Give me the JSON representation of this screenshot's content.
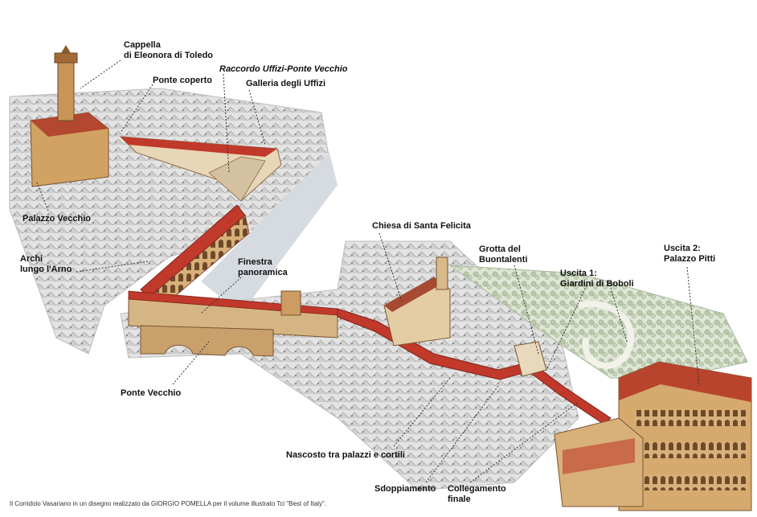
{
  "labels": {
    "cappella": [
      "Cappella",
      "di Eleonora di Toledo"
    ],
    "raccordo": "Raccordo Uffizi-Ponte Vecchio",
    "ponte_coperto": "Ponte coperto",
    "galleria": "Galleria degli Uffizi",
    "palazzo_vecchio": "Palazzo Vecchio",
    "archi": [
      "Archi",
      "lungo l'Arno"
    ],
    "finestra": [
      "Finestra",
      "panoramica"
    ],
    "chiesa": "Chiesa di Santa Felicita",
    "grotta": [
      "Grotta del",
      "Buontalenti"
    ],
    "uscita1": [
      "Uscita 1:",
      "Giardini di Boboli"
    ],
    "uscita2": [
      "Uscita 2:",
      "Palazzo Pitti"
    ],
    "ponte_vecchio": "Ponte Vecchio",
    "nascosto": "Nascosto tra palazzi e cortili",
    "sdoppiamento": "Sdoppiamento",
    "collegamento": [
      "Collegamento",
      "finale"
    ]
  },
  "caption": "Il Corridoio Vasariano in un disegno realizzato da GIORGIO POMELLA  per il volume illustrato Tci \"Best of Italy\".",
  "colors": {
    "roof_red": "#c0392b",
    "stone": "#d9b98a",
    "building_gray": "#dcdcdc",
    "green": "#b5c7a3",
    "river": "#cfd6dc"
  }
}
